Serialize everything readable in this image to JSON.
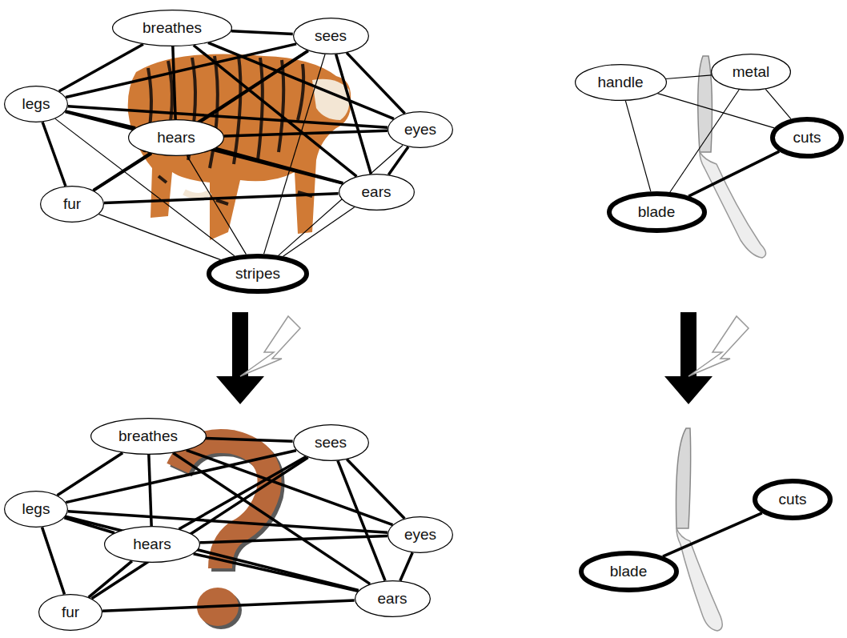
{
  "diagram": {
    "nodes": [
      {
        "text": [
          "breathes"
        ]
      },
      {
        "text": [
          "sees"
        ]
      },
      {
        "text": [
          "legs"
        ]
      },
      {
        "text": [
          "hears"
        ]
      },
      {
        "text": [
          "eyes"
        ]
      },
      {
        "text": [
          "fur"
        ]
      },
      {
        "text": [
          "ears"
        ]
      },
      {
        "text": [
          "stripes"
        ]
      },
      {
        "text": [
          "handle"
        ]
      },
      {
        "text": [
          "metal"
        ]
      },
      {
        "text": [
          "cuts"
        ]
      },
      {
        "text": [
          "blade"
        ]
      },
      {
        "text": [
          "breathes"
        ]
      },
      {
        "text": [
          "sees"
        ]
      },
      {
        "text": [
          "legs"
        ]
      },
      {
        "text": [
          "hears"
        ]
      },
      {
        "text": [
          "eyes"
        ]
      },
      {
        "text": [
          "fur"
        ]
      },
      {
        "text": [
          "ears"
        ]
      },
      {
        "text": [
          "cuts"
        ]
      },
      {
        "text": [
          "blade"
        ]
      }
    ],
    "edges": [
      {
        "from": 0,
        "to": 1,
        "arrow": "none"
      },
      {
        "from": 0,
        "to": 2,
        "arrow": "none"
      },
      {
        "from": 0,
        "to": 3,
        "arrow": "none"
      },
      {
        "from": 0,
        "to": 4,
        "arrow": "none"
      },
      {
        "from": 0,
        "to": 6,
        "arrow": "none"
      },
      {
        "from": 1,
        "to": 2,
        "arrow": "none"
      },
      {
        "from": 1,
        "to": 3,
        "arrow": "none"
      },
      {
        "from": 1,
        "to": 4,
        "arrow": "none"
      },
      {
        "from": 1,
        "to": 6,
        "arrow": "none"
      },
      {
        "from": 1,
        "to": 5,
        "arrow": "none"
      },
      {
        "from": 2,
        "to": 3,
        "arrow": "none"
      },
      {
        "from": 2,
        "to": 4,
        "arrow": "none"
      },
      {
        "from": 2,
        "to": 6,
        "arrow": "none"
      },
      {
        "from": 2,
        "to": 5,
        "arrow": "none"
      },
      {
        "from": 3,
        "to": 4,
        "arrow": "none"
      },
      {
        "from": 3,
        "to": 6,
        "arrow": "none"
      },
      {
        "from": 3,
        "to": 5,
        "arrow": "none"
      },
      {
        "from": 5,
        "to": 6,
        "arrow": "none"
      },
      {
        "from": 4,
        "to": 6,
        "arrow": "none"
      },
      {
        "from": 2,
        "to": 7,
        "arrow": "none"
      },
      {
        "from": 5,
        "to": 7,
        "arrow": "none"
      },
      {
        "from": 3,
        "to": 7,
        "arrow": "none"
      },
      {
        "from": 6,
        "to": 7,
        "arrow": "none"
      },
      {
        "from": 4,
        "to": 7,
        "arrow": "none"
      },
      {
        "from": 1,
        "to": 7,
        "arrow": "none"
      },
      {
        "from": 8,
        "to": 9,
        "arrow": "none"
      },
      {
        "from": 8,
        "to": 10,
        "arrow": "none"
      },
      {
        "from": 8,
        "to": 11,
        "arrow": "none"
      },
      {
        "from": 9,
        "to": 11,
        "arrow": "none"
      },
      {
        "from": 9,
        "to": 10,
        "arrow": "none"
      },
      {
        "from": 11,
        "to": 10,
        "arrow": "none"
      },
      {
        "from": 12,
        "to": 13,
        "arrow": "none"
      },
      {
        "from": 12,
        "to": 14,
        "arrow": "none"
      },
      {
        "from": 12,
        "to": 15,
        "arrow": "none"
      },
      {
        "from": 12,
        "to": 16,
        "arrow": "none"
      },
      {
        "from": 12,
        "to": 18,
        "arrow": "none"
      },
      {
        "from": 13,
        "to": 14,
        "arrow": "none"
      },
      {
        "from": 13,
        "to": 15,
        "arrow": "none"
      },
      {
        "from": 13,
        "to": 16,
        "arrow": "none"
      },
      {
        "from": 13,
        "to": 18,
        "arrow": "none"
      },
      {
        "from": 13,
        "to": 17,
        "arrow": "none"
      },
      {
        "from": 14,
        "to": 15,
        "arrow": "none"
      },
      {
        "from": 14,
        "to": 16,
        "arrow": "none"
      },
      {
        "from": 14,
        "to": 18,
        "arrow": "none"
      },
      {
        "from": 14,
        "to": 17,
        "arrow": "none"
      },
      {
        "from": 15,
        "to": 16,
        "arrow": "none"
      },
      {
        "from": 15,
        "to": 18,
        "arrow": "none"
      },
      {
        "from": 15,
        "to": 17,
        "arrow": "none"
      },
      {
        "from": 17,
        "to": 18,
        "arrow": "none"
      },
      {
        "from": 16,
        "to": 18,
        "arrow": "none"
      },
      {
        "from": 20,
        "to": 19,
        "arrow": "none"
      }
    ]
  }
}
